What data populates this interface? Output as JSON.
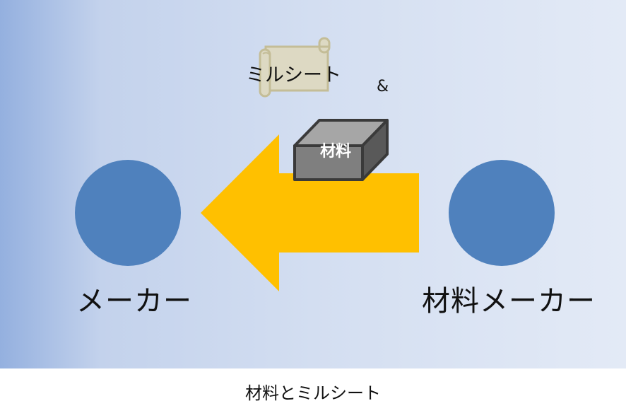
{
  "diagram": {
    "nodes": {
      "maker": "メーカー",
      "material_maker": "材料メーカー"
    },
    "millsheet": "ミルシート",
    "ampersand": "&",
    "box": "材料",
    "caption": "材料とミルシート"
  },
  "colors": {
    "background_left": "#9bb5e0",
    "background_right": "#e2e9f6",
    "node_fill": "#4f81bd",
    "arrow_fill": "#ffc000",
    "box_front": "#7f7f7f",
    "box_top": "#a6a6a6",
    "box_side": "#595959",
    "scroll_fill": "#ddd9c3",
    "scroll_stroke": "#c4bd97"
  }
}
